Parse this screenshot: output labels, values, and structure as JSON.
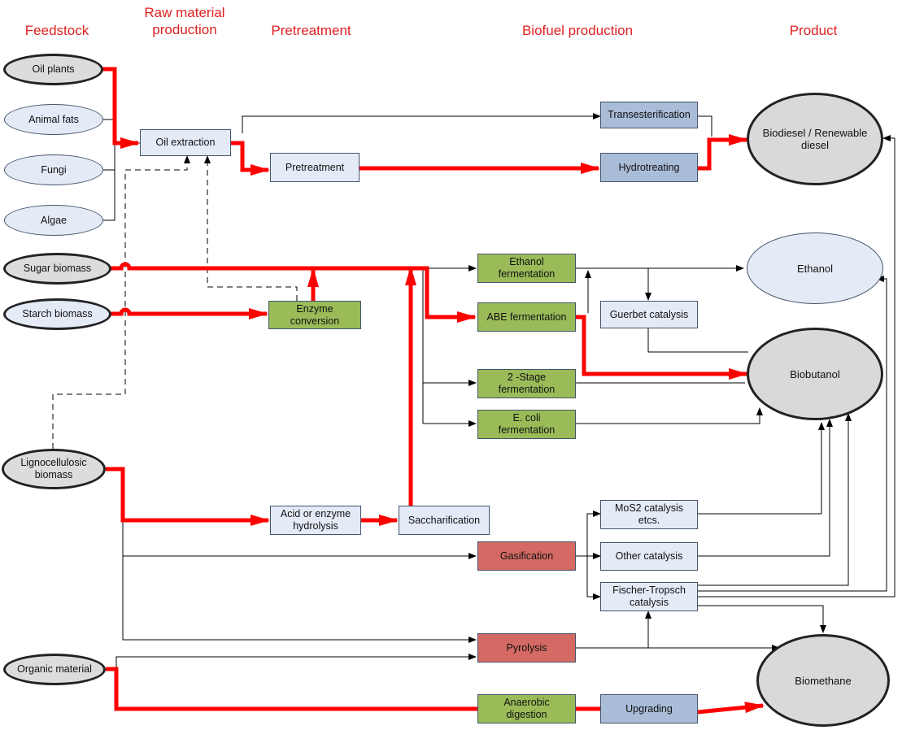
{
  "headers": {
    "feedstock": "Feedstock",
    "raw_material": "Raw material\nproduction",
    "pretreatment": "Pretreatment",
    "biofuel": "Biofuel production",
    "product": "Product"
  },
  "feedstocks": {
    "oil_plants": "Oil plants",
    "animal_fats": "Animal fats",
    "fungi": "Fungi",
    "algae": "Algae",
    "sugar": "Sugar biomass",
    "starch": "Starch biomass",
    "ligno": "Lignocellulosic\nbiomass",
    "organic": "Organic material"
  },
  "processes": {
    "oil_extraction": "Oil extraction",
    "pretreatment": "Pretreatment",
    "enzyme_conversion": "Enzyme\nconversion",
    "acid_hydrolysis": "Acid or enzyme\nhydrolysis",
    "saccharification": "Saccharification",
    "transesterification": "Transesterification",
    "hydrotreating": "Hydrotreating",
    "ethanol_fermentation": "Ethanol\nfermentation",
    "abe_fermentation": "ABE fermentation",
    "guerbet": "Guerbet catalysis",
    "two_stage": "2 -Stage\nfermentation",
    "ecoli": "E. coli\nfermentation",
    "mos2": "MoS2 catalysis\netcs.",
    "gasification": "Gasification",
    "other_catalysis": "Other catalysis",
    "fischer": "Fischer-Tropsch\ncatalysis",
    "pyrolysis": "Pyrolysis",
    "anaerobic": "Anaerobic\ndigestion",
    "upgrading": "Upgrading"
  },
  "products": {
    "biodiesel": "Biodiesel / Renewable\ndiesel",
    "ethanol": "Ethanol",
    "biobutanol": "Biobutanol",
    "biomethane": "Biomethane"
  },
  "colors": {
    "header_red": "#e02020",
    "main_path_red": "#ff0000",
    "light_box": "#e4ebf7",
    "blue_box": "#a9bcd8",
    "green_box": "#9bbb59",
    "red_box": "#d46a63",
    "grey_node": "#dcdcdc"
  }
}
